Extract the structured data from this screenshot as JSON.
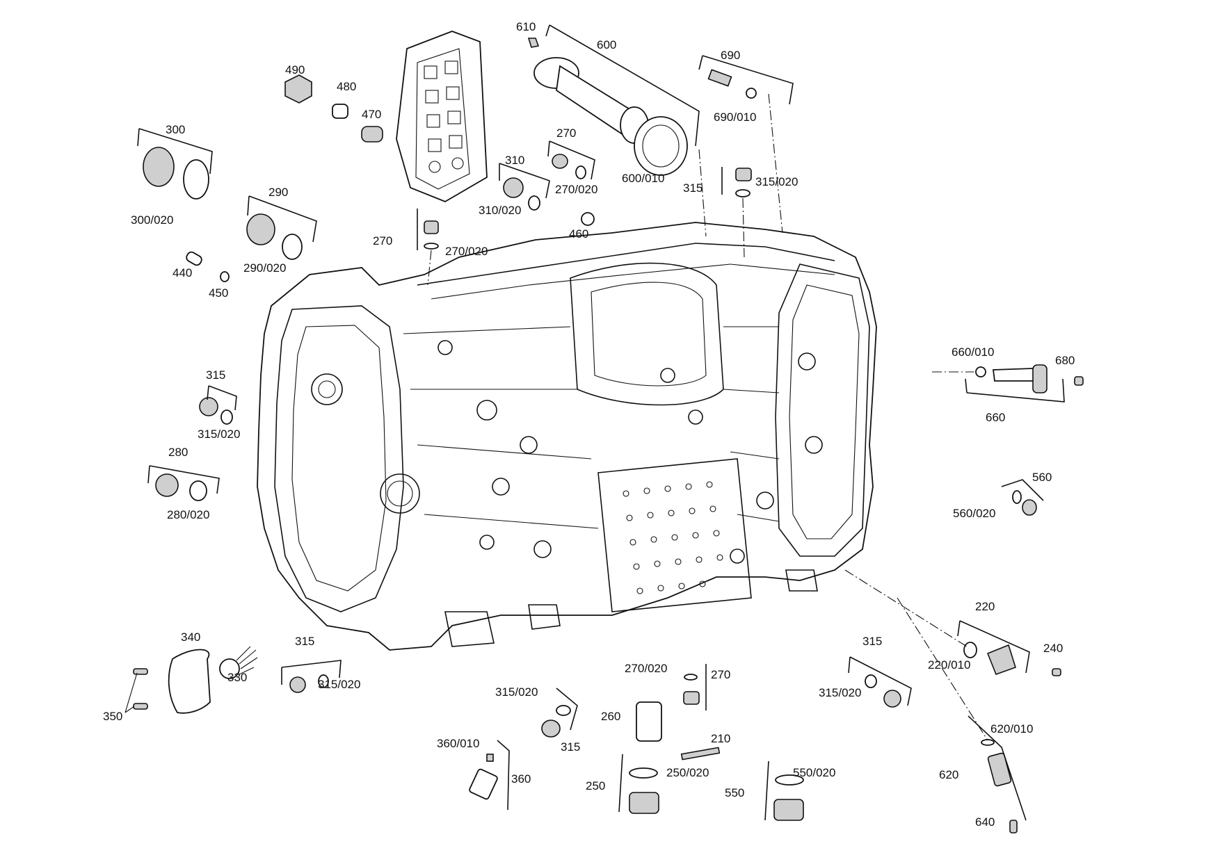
{
  "colors": {
    "ink": "#111111",
    "paper": "#ffffff"
  },
  "parts": [
    {
      "id": "p610",
      "label": "610"
    },
    {
      "id": "p600",
      "label": "600"
    },
    {
      "id": "p690",
      "label": "690"
    },
    {
      "id": "p490",
      "label": "490"
    },
    {
      "id": "p480",
      "label": "480"
    },
    {
      "id": "p470",
      "label": "470"
    },
    {
      "id": "p690-010",
      "label": "690/010"
    },
    {
      "id": "p300",
      "label": "300"
    },
    {
      "id": "p270a",
      "label": "270"
    },
    {
      "id": "p310",
      "label": "310"
    },
    {
      "id": "p270-020a",
      "label": "270/020"
    },
    {
      "id": "p600-010",
      "label": "600/010"
    },
    {
      "id": "p315a",
      "label": "315"
    },
    {
      "id": "p315-020a",
      "label": "315/020"
    },
    {
      "id": "p290",
      "label": "290"
    },
    {
      "id": "p310-020",
      "label": "310/020"
    },
    {
      "id": "p300-020",
      "label": "300/020"
    },
    {
      "id": "p460",
      "label": "460"
    },
    {
      "id": "p270b",
      "label": "270"
    },
    {
      "id": "p270-020b",
      "label": "270/020"
    },
    {
      "id": "p290-020",
      "label": "290/020"
    },
    {
      "id": "p440",
      "label": "440"
    },
    {
      "id": "p450",
      "label": "450"
    },
    {
      "id": "p660-010",
      "label": "660/010"
    },
    {
      "id": "p680",
      "label": "680"
    },
    {
      "id": "p315b",
      "label": "315"
    },
    {
      "id": "p660",
      "label": "660"
    },
    {
      "id": "p315-020b",
      "label": "315/020"
    },
    {
      "id": "p280",
      "label": "280"
    },
    {
      "id": "p560",
      "label": "560"
    },
    {
      "id": "p560-020",
      "label": "560/020"
    },
    {
      "id": "p280-020",
      "label": "280/020"
    },
    {
      "id": "p220",
      "label": "220"
    },
    {
      "id": "p340",
      "label": "340"
    },
    {
      "id": "p240",
      "label": "240"
    },
    {
      "id": "p315c",
      "label": "315"
    },
    {
      "id": "p315d",
      "label": "315"
    },
    {
      "id": "p220-010",
      "label": "220/010"
    },
    {
      "id": "p330",
      "label": "330"
    },
    {
      "id": "p270-020c",
      "label": "270/020"
    },
    {
      "id": "p270c",
      "label": "270"
    },
    {
      "id": "p315-020c",
      "label": "315/020"
    },
    {
      "id": "p315-020d",
      "label": "315/020"
    },
    {
      "id": "p350",
      "label": "350"
    },
    {
      "id": "p315-020e",
      "label": "315/020"
    },
    {
      "id": "p260",
      "label": "260"
    },
    {
      "id": "p620-010",
      "label": "620/010"
    },
    {
      "id": "p315e",
      "label": "315"
    },
    {
      "id": "p210",
      "label": "210"
    },
    {
      "id": "p360-010",
      "label": "360/010"
    },
    {
      "id": "p250-020",
      "label": "250/020"
    },
    {
      "id": "p550-020",
      "label": "550/020"
    },
    {
      "id": "p620",
      "label": "620"
    },
    {
      "id": "p360",
      "label": "360"
    },
    {
      "id": "p250",
      "label": "250"
    },
    {
      "id": "p550",
      "label": "550"
    },
    {
      "id": "p640",
      "label": "640"
    }
  ]
}
